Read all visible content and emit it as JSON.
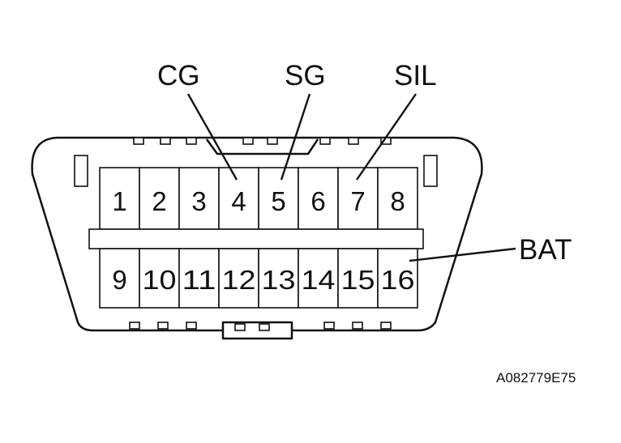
{
  "signal_labels": {
    "cg": "CG",
    "sg": "SG",
    "sil": "SIL",
    "bat": "BAT"
  },
  "pins_top": [
    "1",
    "2",
    "3",
    "4",
    "5",
    "6",
    "7",
    "8"
  ],
  "pins_bottom": [
    "9",
    "10",
    "11",
    "12",
    "13",
    "14",
    "15",
    "16"
  ],
  "reference_code": "A082779E75"
}
